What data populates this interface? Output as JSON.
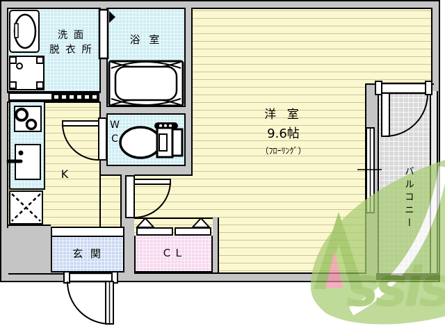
{
  "plan": {
    "title": "apartment-floor-plan",
    "rooms": {
      "washroom": {
        "line1": "洗 面",
        "line2": "脱 衣 所"
      },
      "bathroom": {
        "label": "浴 室"
      },
      "wc": {
        "line1": "W",
        "line2": "C"
      },
      "kitchen": {
        "label": "K"
      },
      "western": {
        "label": "洋 室",
        "area": "9.6帖",
        "note": "（ﾌﾛｰﾘﾝｸﾞ）"
      },
      "balcony": {
        "label": "バルコニー"
      },
      "entrance": {
        "label": "玄 関"
      },
      "closet": {
        "label": "ＣＬ"
      }
    },
    "watermark": {
      "brand_initial": "A",
      "brand_rest": "ssist"
    },
    "colors": {
      "wall": "#c5c5c5",
      "wet_room_fill": "#cdedf3",
      "floor_fill": "#fbf8d0",
      "entrance_fill": "#c9d9f3",
      "closet_fill": "#f6d7ee",
      "balcony_fill": "#d9d9d9",
      "logo_leaf": "#a8cc72",
      "logo_text": "#94bf54",
      "logo_accent": "#f08fa8"
    }
  }
}
